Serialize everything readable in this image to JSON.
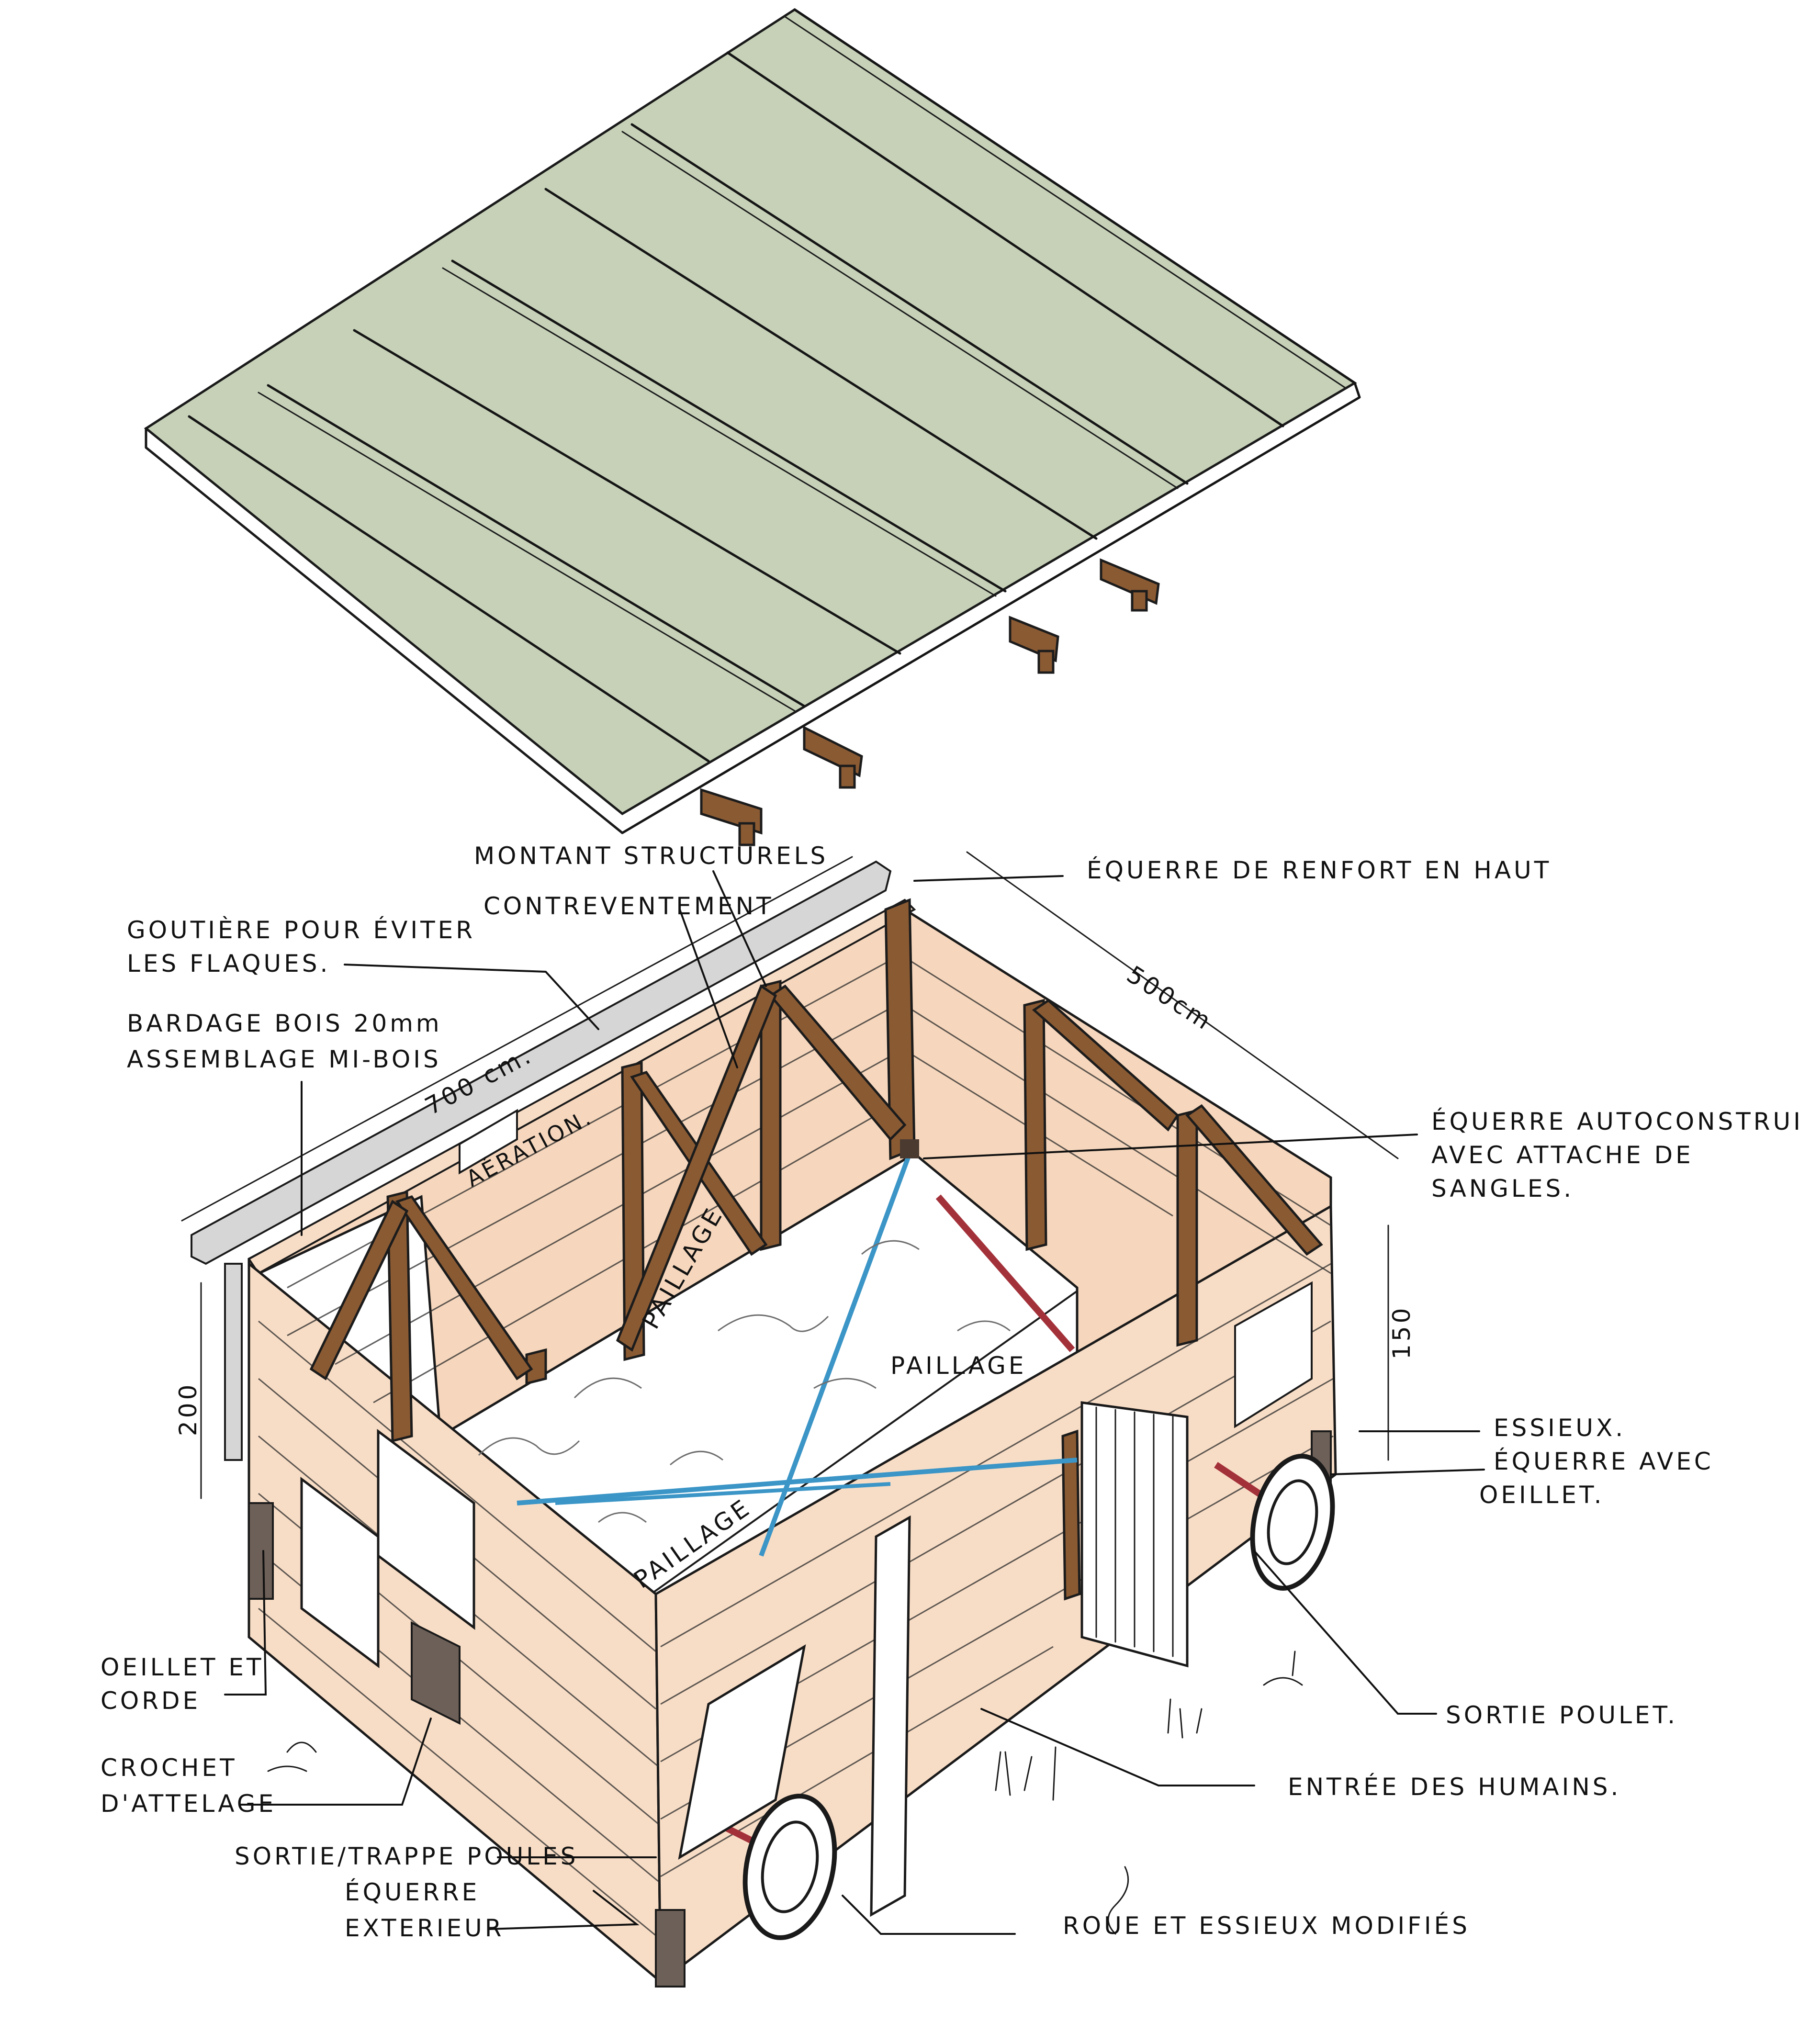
{
  "colors": {
    "roof": "#c6d1b8",
    "wall": "#f8ddc6",
    "wall_inner": "#f6d7bd",
    "beam": "#8a5a33",
    "floor": "#ffffff",
    "gutter": "#d6d6d6",
    "strap_blue": "#3b95c6",
    "axle_red": "#a3313a",
    "hatch": "#6d6058"
  },
  "labels": {
    "montant": "MONTANT STRUCTURELS",
    "contrevent": "CONTREVENTEMENT",
    "equerre_haut": "ÉQUERRE DE RENFORT EN HAUT",
    "gouttiere_1": "GOUTIÈRE POUR ÉVITER",
    "gouttiere_2": "LES FLAQUES.",
    "bardage_1": "BARDAGE BOIS 20mm",
    "bardage_2": "ASSEMBLAGE MI-BOIS",
    "dim_700": "700 cm.",
    "dim_500": "500cm",
    "dim_200": "200",
    "dim_150": "150",
    "aeration": "AÉRATION.",
    "equerre_auto_1": "ÉQUERRE AUTOCONSTRUITE",
    "equerre_auto_2": "AVEC ATTACHE DE",
    "equerre_auto_3": "SANGLES.",
    "paillage": "PAILLAGE",
    "essieux": "ESSIEUX.",
    "equerre_oeil_1": "ÉQUERRE AVEC",
    "equerre_oeil_2": "OEILLET.",
    "oeillet_1": "OEILLET ET",
    "oeillet_2": "CORDE",
    "crochet_1": "CROCHET",
    "crochet_2": "D'ATTELAGE",
    "sortie_poulet": "SORTIE POULET.",
    "entree": "ENTRÉE DES HUMAINS.",
    "trappe": "SORTIE/TRAPPE POULES",
    "equerre_ext_1": "ÉQUERRE",
    "equerre_ext_2": "EXTERIEUR",
    "roue": "ROUE ET ESSIEUX MODIFIÉS"
  }
}
